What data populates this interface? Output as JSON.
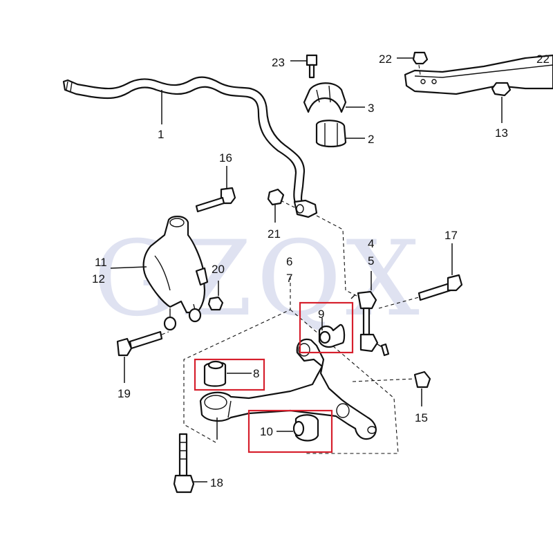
{
  "watermark": "GZQX",
  "callouts": {
    "c1": "1",
    "c2": "2",
    "c3": "3",
    "c4": "4",
    "c5": "5",
    "c6": "6",
    "c7": "7",
    "c8": "8",
    "c9": "9",
    "c10": "10",
    "c11": "11",
    "c12": "12",
    "c13": "13",
    "c15": "15",
    "c16": "16",
    "c17": "17",
    "c18": "18",
    "c19": "19",
    "c20": "20",
    "c21": "21",
    "c22a": "22",
    "c22b": "22",
    "c23": "23"
  },
  "highlight_color": "#d61f2c"
}
